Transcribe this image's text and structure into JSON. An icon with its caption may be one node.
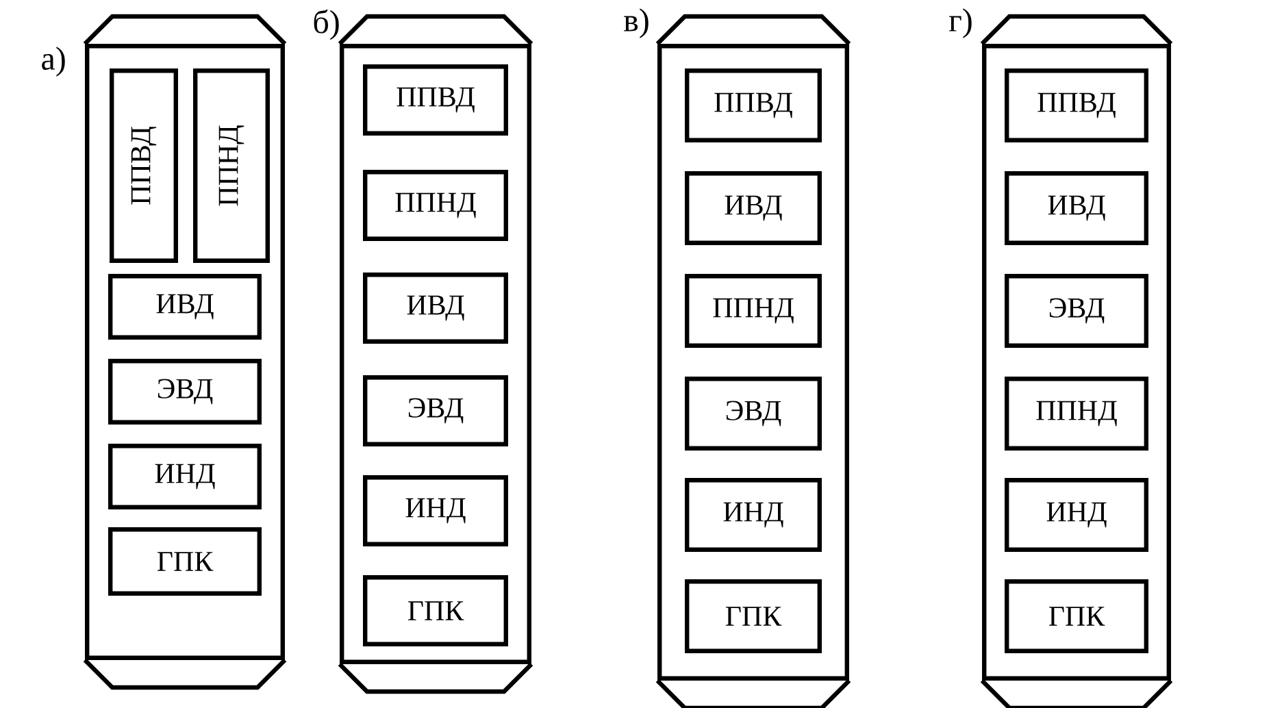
{
  "diagram": {
    "nodes": [
      {
        "text": [
          "а)"
        ]
      },
      {
        "text": [
          "ППВД"
        ],
        "in": 0
      },
      {
        "text": [
          "ППНД"
        ],
        "in": 0
      },
      {
        "text": [
          "ИВД"
        ],
        "in": 0
      },
      {
        "text": [
          "ЭВД"
        ],
        "in": 0
      },
      {
        "text": [
          "ИНД"
        ],
        "in": 0
      },
      {
        "text": [
          "ГПК"
        ],
        "in": 0
      },
      {
        "text": [
          "б)"
        ]
      },
      {
        "text": [
          "ППВД"
        ],
        "in": 7
      },
      {
        "text": [
          "ППНД"
        ],
        "in": 7
      },
      {
        "text": [
          "ИВД"
        ],
        "in": 7
      },
      {
        "text": [
          "ЭВД"
        ],
        "in": 7
      },
      {
        "text": [
          "ИНД"
        ],
        "in": 7
      },
      {
        "text": [
          "ГПК"
        ],
        "in": 7
      },
      {
        "text": [
          "в)"
        ]
      },
      {
        "text": [
          "ППВД"
        ],
        "in": 14
      },
      {
        "text": [
          "ИВД"
        ],
        "in": 14
      },
      {
        "text": [
          "ППНД"
        ],
        "in": 14
      },
      {
        "text": [
          "ЭВД"
        ],
        "in": 14
      },
      {
        "text": [
          "ИНД"
        ],
        "in": 14
      },
      {
        "text": [
          "ГПК"
        ],
        "in": 14
      },
      {
        "text": [
          "г)"
        ]
      },
      {
        "text": [
          "ППВД"
        ],
        "in": 21
      },
      {
        "text": [
          "ИВД"
        ],
        "in": 21
      },
      {
        "text": [
          "ЭВД"
        ],
        "in": 21
      },
      {
        "text": [
          "ППНД"
        ],
        "in": 21
      },
      {
        "text": [
          "ИНД"
        ],
        "in": 21
      },
      {
        "text": [
          "ГПК"
        ],
        "in": 21
      }
    ]
  }
}
